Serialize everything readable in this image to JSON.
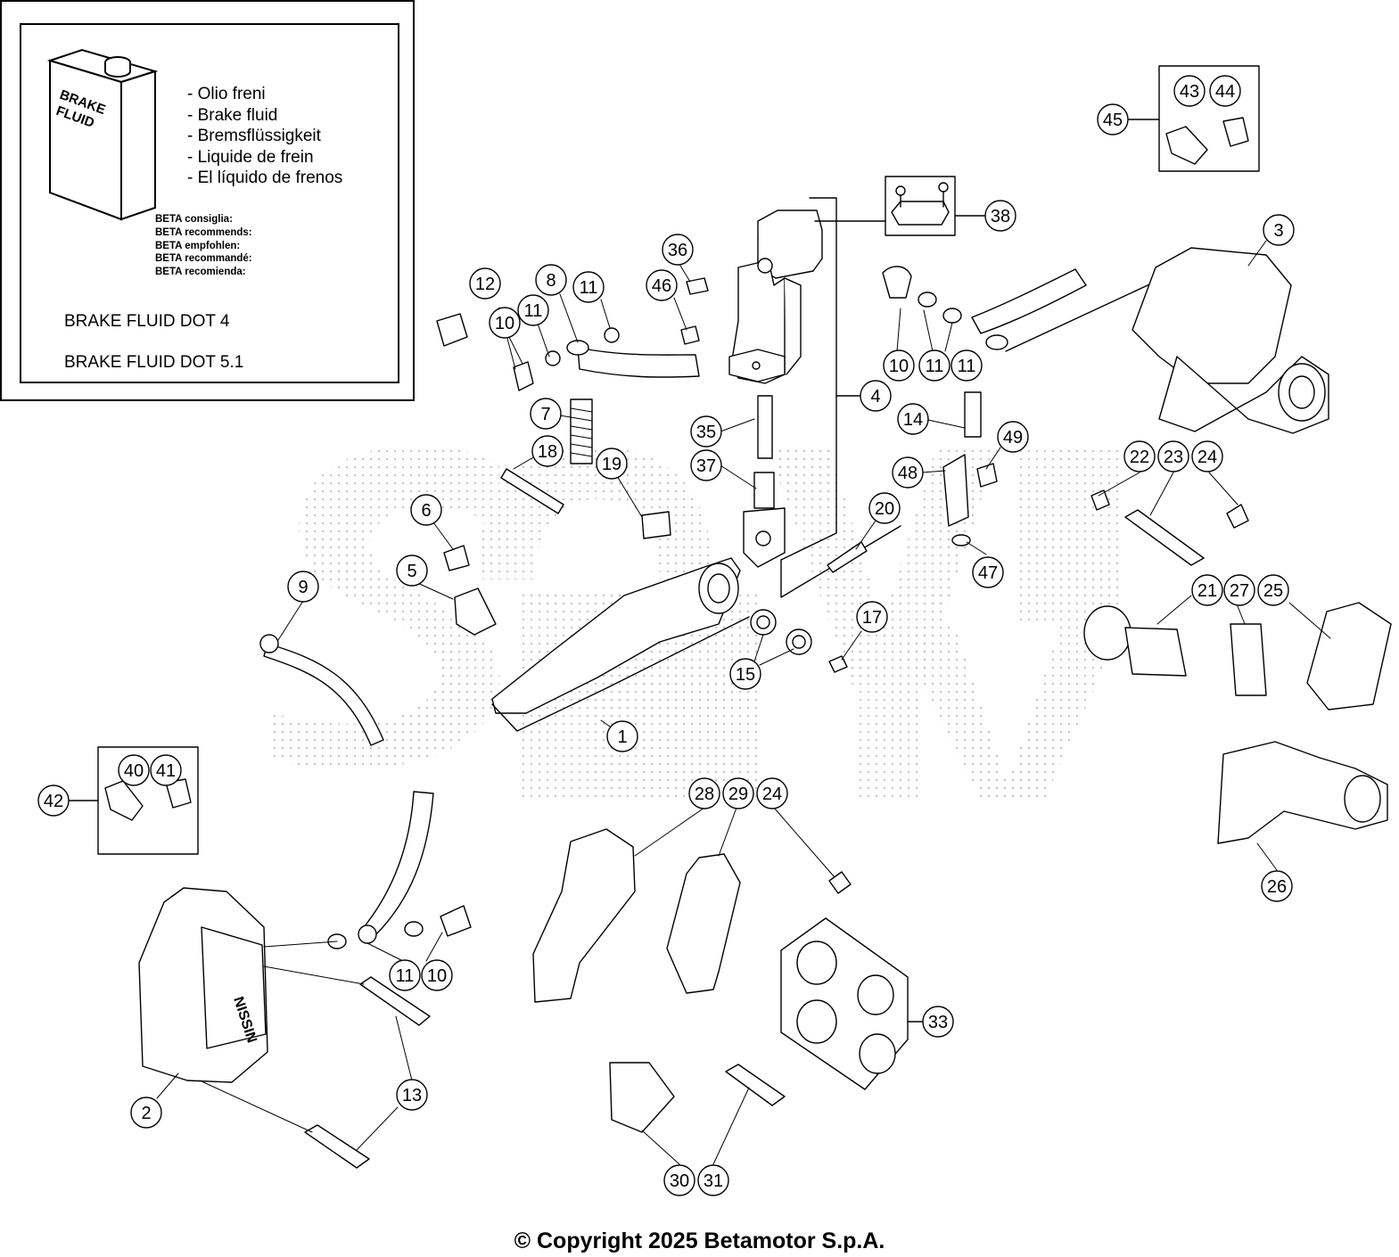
{
  "legend": {
    "can_label": [
      "BRAKE",
      "FLUID"
    ],
    "fluid_names": [
      "- Olio freni",
      "- Brake fluid",
      "- Bremsflüssigkeit",
      "- Liquide de frein",
      "- El líquido de frenos"
    ],
    "recommend_lines": [
      "BETA consiglia:",
      "BETA recommends:",
      "BETA empfohlen:",
      "BETA recommandé:",
      "BETA recomienda:"
    ],
    "dot4": "BRAKE FLUID DOT 4",
    "dot51": "BRAKE FLUID DOT 5.1"
  },
  "caliper_brand": "NISSIN",
  "callouts": {
    "c1": "1",
    "c2": "2",
    "c3": "3",
    "c4": "4",
    "c5": "5",
    "c6": "6",
    "c7": "7",
    "c8": "8",
    "c9": "9",
    "c10a": "10",
    "c10b": "10",
    "c10c": "10",
    "c11a": "11",
    "c11b": "11",
    "c11c": "11",
    "c11d": "11",
    "c11e": "11",
    "c12": "12",
    "c13": "13",
    "c14": "14",
    "c15": "15",
    "c17": "17",
    "c18": "18",
    "c19": "19",
    "c20": "20",
    "c21": "21",
    "c22": "22",
    "c23": "23",
    "c24a": "24",
    "c24b": "24",
    "c25": "25",
    "c26": "26",
    "c27": "27",
    "c28": "28",
    "c29": "29",
    "c30": "30",
    "c31": "31",
    "c33": "33",
    "c35": "35",
    "c36": "36",
    "c37": "37",
    "c38": "38",
    "c40": "40",
    "c41": "41",
    "c42": "42",
    "c43": "43",
    "c44": "44",
    "c45": "45",
    "c46": "46",
    "c47": "47",
    "c48": "48",
    "c49": "49"
  },
  "copyright": "© Copyright 2025 Betamotor S.p.A."
}
